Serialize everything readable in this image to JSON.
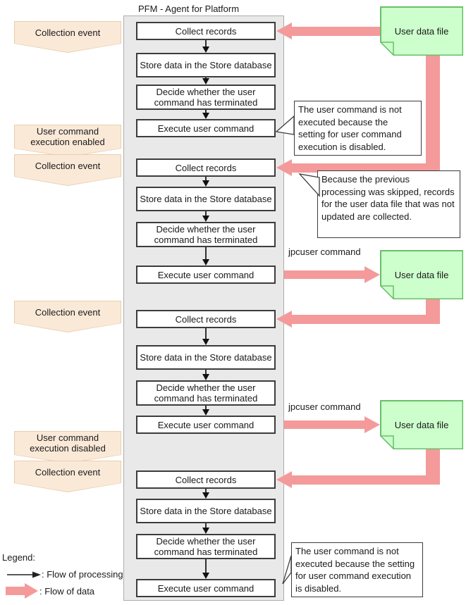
{
  "title": "PFM - Agent for Platform",
  "colors": {
    "flow_of_data_pink": "#f49a9a",
    "event_tag_fill": "#fbe9d8",
    "event_tag_border": "#e8cfae",
    "user_data_file_fill": "#ccffcc",
    "user_data_file_border": "#6abf6a",
    "agent_column_fill": "#e9e9e9"
  },
  "event_tags": [
    {
      "label": "Collection event"
    },
    {
      "label": "User command execution enabled"
    },
    {
      "label": "Collection event"
    },
    {
      "label": "Collection event"
    },
    {
      "label": "User command execution disabled"
    },
    {
      "label": "Collection event"
    }
  ],
  "groups": [
    {
      "steps": [
        "Collect records",
        "Store data in the Store database",
        "Decide whether the user command has terminated",
        "Execute user command"
      ]
    },
    {
      "steps": [
        "Collect records",
        "Store data in the Store database",
        "Decide whether the user command has terminated",
        "Execute user command"
      ]
    },
    {
      "steps": [
        "Collect records",
        "Store data in the Store database",
        "Decide whether the user command has terminated",
        "Execute user command"
      ]
    },
    {
      "steps": [
        "Collect records",
        "Store data in the Store database",
        "Decide whether the user command has terminated",
        "Execute user command"
      ]
    }
  ],
  "file_boxes": [
    {
      "label": "User data file"
    },
    {
      "label": "User data file"
    },
    {
      "label": "User data file"
    }
  ],
  "command_labels": [
    "jpcuser command",
    "jpcuser command"
  ],
  "callouts": [
    {
      "text": "The user command is not executed because the setting for user command execution is disabled."
    },
    {
      "text": "Because the previous processing was skipped, records for the user data file that was not updated are collected."
    },
    {
      "text": "The user command is not executed because the setting for user command execution is disabled."
    }
  ],
  "legend": {
    "title": "Legend:",
    "processing_label": ": Flow of processing",
    "data_label": ": Flow of data"
  }
}
